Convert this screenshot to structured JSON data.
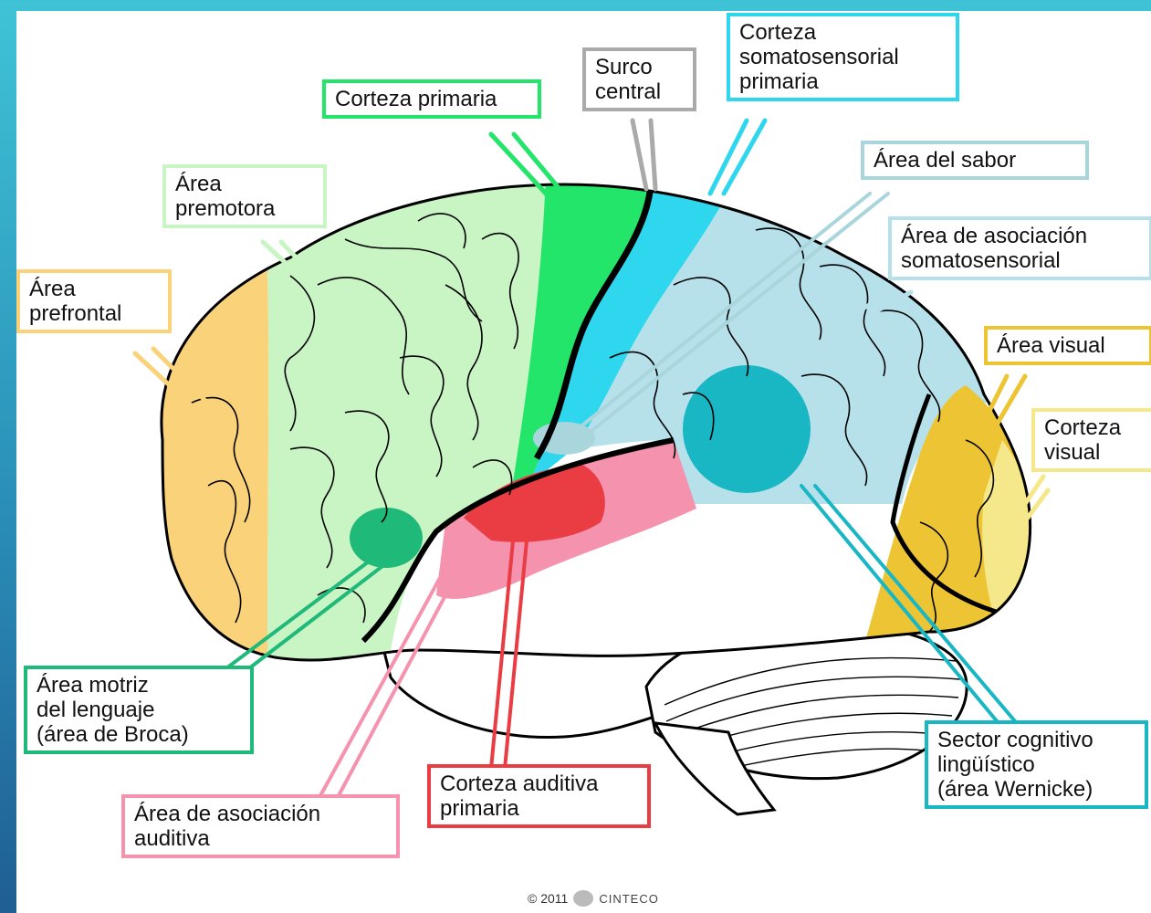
{
  "labels": {
    "corteza_primaria": "Corteza primaria",
    "surco_central": "Surco\ncentral",
    "corteza_somatosensorial_primaria": "Corteza\nsomatosensorial\nprimaria",
    "area_premotora": "Área\npremotora",
    "area_del_sabor": "Área del sabor",
    "area_asociacion_somatosensorial": "Área de asociación\nsomatosensorial",
    "area_prefrontal": "Área\nprefrontal",
    "area_visual": "Área visual",
    "corteza_visual": "Corteza\nvisual",
    "area_motriz_lenguaje": "Área motriz\ndel lenguaje\n(área de Broca)",
    "sector_cognitivo_linguistico": "Sector cognitivo\nlingüístico\n(área Wernicke)",
    "corteza_auditiva_primaria": "Corteza auditiva\nprimaria",
    "area_asociacion_auditiva": "Área de asociación\nauditiva"
  },
  "footer": {
    "copyright": "© 2011",
    "brand": "CINTECO"
  },
  "colors": {
    "prefrontal": "#f9d27a",
    "premotora": "#c9f5c4",
    "corteza_primaria": "#22e56a",
    "somatosensorial": "#2ed6ee",
    "asociacion_somatosensorial": "#b6e1ea",
    "visual": "#edc534",
    "corteza_visual": "#f5e88a",
    "broca": "#1fb97a",
    "auditiva_primaria": "#ea3c43",
    "asociacion_auditiva": "#f592ae",
    "wernicke": "#19b6c4",
    "sabor": "#a8d6dc",
    "surco": "#aaaaaa"
  }
}
